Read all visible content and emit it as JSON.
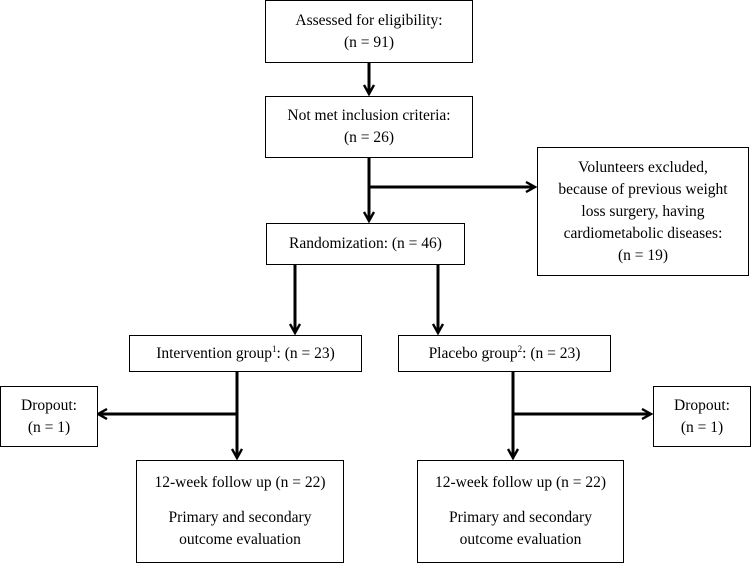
{
  "assessed": {
    "line1": "Assessed for eligibility:",
    "line2": "(n = 91)"
  },
  "not_met": {
    "line1": "Not met inclusion criteria:",
    "line2": "(n = 26)"
  },
  "excluded": {
    "line1": "Volunteers excluded,",
    "line2": "because of previous weight",
    "line3": "loss surgery, having",
    "line4": "cardiometabolic diseases:",
    "line5": "(n = 19)"
  },
  "randomization": {
    "text": "Randomization: (n = 46)"
  },
  "intervention": {
    "label": "Intervention group",
    "sup": "1",
    "count": ": (n = 23)"
  },
  "placebo": {
    "label": "Placebo group",
    "sup": "2",
    "count": ": (n = 23)"
  },
  "dropout_left": {
    "line1": "Dropout:",
    "line2": "(n = 1)"
  },
  "dropout_right": {
    "line1": "Dropout:",
    "line2": "(n = 1)"
  },
  "followup_left": {
    "line1": "12-week follow up (n = 22)",
    "line2": "Primary and secondary",
    "line3": "outcome evaluation"
  },
  "followup_right": {
    "line1": "12-week follow up (n = 22)",
    "line2": "Primary and secondary",
    "line3": "outcome evaluation"
  },
  "colors": {
    "line": "#000000",
    "box_border": "#000000",
    "background": "#ffffff"
  }
}
